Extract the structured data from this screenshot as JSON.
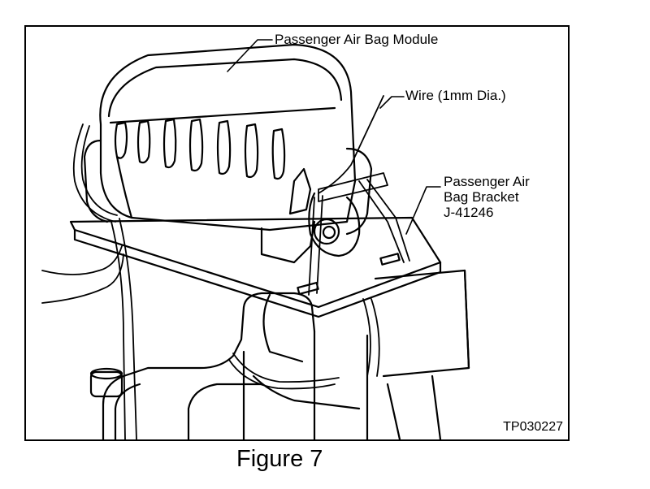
{
  "callouts": {
    "module": "Passenger Air Bag Module",
    "wire": "Wire (1mm Dia.)",
    "bracket_line1": "Passenger Air",
    "bracket_line2": "Bag Bracket",
    "bracket_line3": "J-41246"
  },
  "figure_code": "TP030227",
  "caption": "Figure 7",
  "colors": {
    "ink": "#000000",
    "paper": "#ffffff"
  }
}
